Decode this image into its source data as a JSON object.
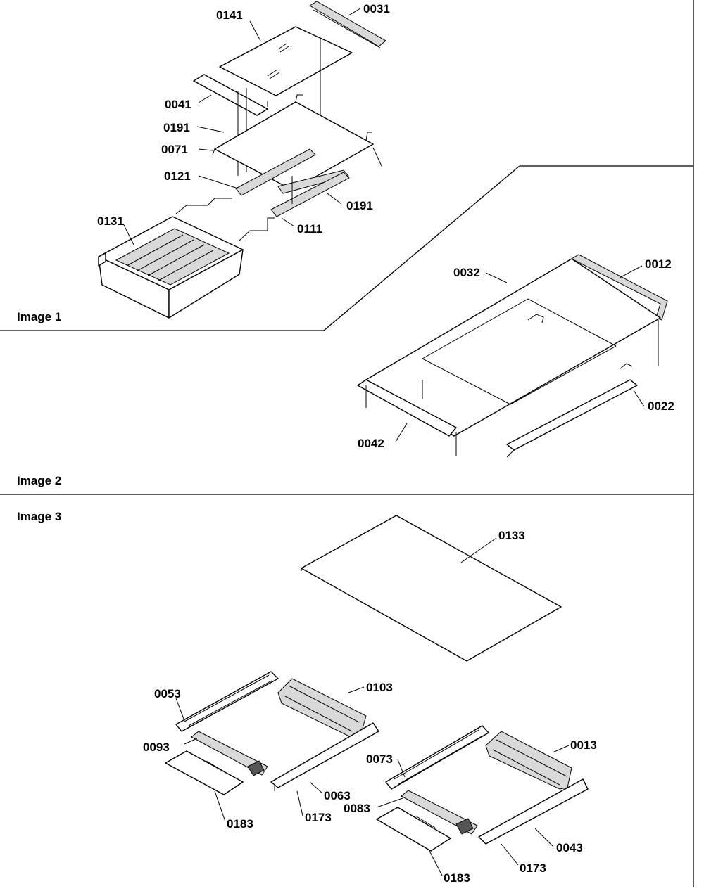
{
  "sections": [
    {
      "id": "image1",
      "label": "Image 1"
    },
    {
      "id": "image2",
      "label": "Image 2"
    },
    {
      "id": "image3",
      "label": "Image 3"
    }
  ],
  "callouts": {
    "image1": [
      "0141",
      "0031",
      "0041",
      "0191",
      "0071",
      "0121",
      "0191",
      "0131",
      "0111"
    ],
    "image2": [
      "0032",
      "0012",
      "0022",
      "0042"
    ],
    "image3": [
      "0133",
      "0053",
      "0103",
      "0093",
      "0063",
      "0183",
      "0173",
      "0073",
      "0013",
      "0083",
      "0043",
      "0173",
      "0183"
    ]
  }
}
